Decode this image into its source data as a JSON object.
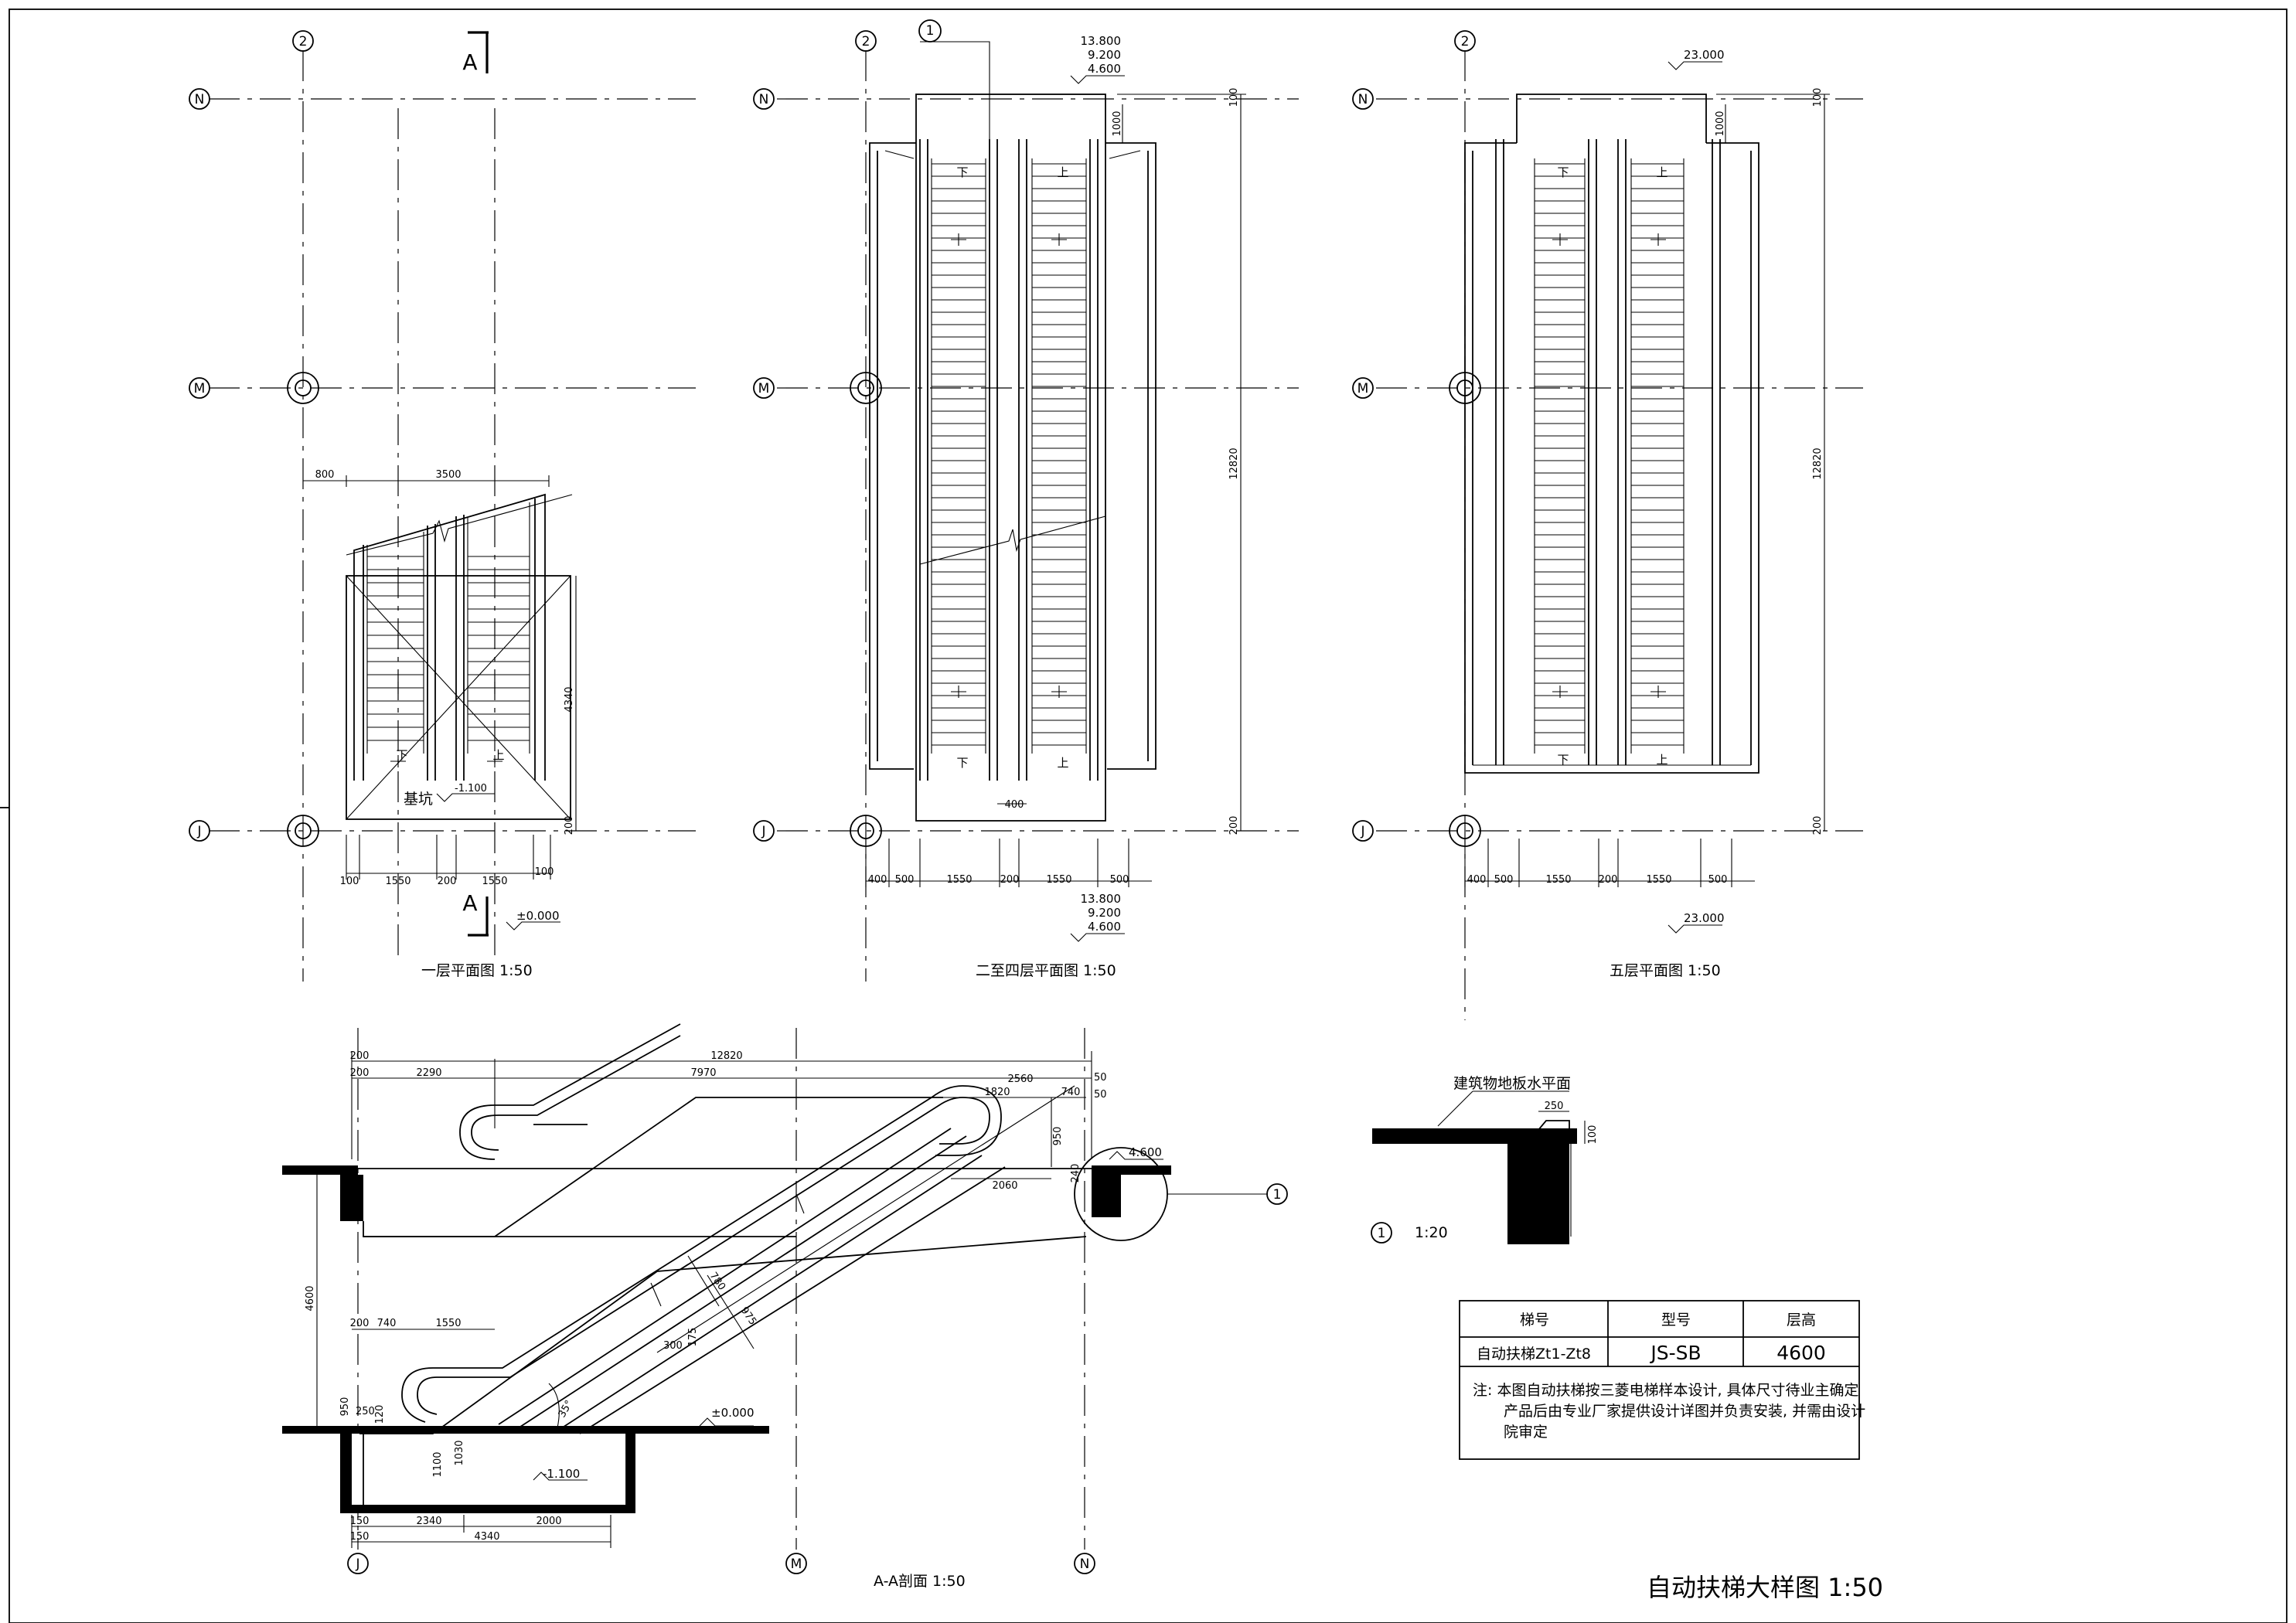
{
  "sheet_title": "自动扶梯大样图 1:50",
  "axes": {
    "n2": "2",
    "nN": "N",
    "nM": "M",
    "nJ": "J",
    "n1": "1"
  },
  "plan1": {
    "title": "一层平面图   1:50",
    "section_mark": "A",
    "pit_label": "基坑",
    "pit_level": "-1.100",
    "floor_level": "±0.000",
    "dims_top": [
      "800",
      "3500"
    ],
    "dims_bottom": [
      "100",
      "1550",
      "200",
      "1550",
      "100"
    ],
    "dim_right": "4340",
    "dim_right_small": "200",
    "dir_down": "下",
    "dir_up": "上"
  },
  "plan2": {
    "title": "二至四层平面图   1:50",
    "levels": [
      "13.800",
      "9.200",
      "4.600"
    ],
    "dims_bottom": [
      "400",
      "500",
      "1550",
      "200",
      "1550",
      "500"
    ],
    "dim_right": "12820",
    "dim_right_top": "100",
    "dim_right_small": "200",
    "dim_gap": "1000",
    "dim_400": "400",
    "dir_down": "下",
    "dir_up": "上"
  },
  "plan3": {
    "title": "五层平面图   1:50",
    "level": "23.000",
    "dims_bottom": [
      "400",
      "500",
      "1550",
      "200",
      "1550",
      "500"
    ],
    "dim_right": "12820",
    "dim_right_top": "100",
    "dim_right_small": "200",
    "dim_gap": "1000",
    "dir_down": "下",
    "dir_up": "上"
  },
  "section": {
    "title": "A-A剖面   1:50",
    "dims_top": [
      "200",
      "12820"
    ],
    "dims_top2": [
      "200",
      "2290",
      "7970",
      "2560"
    ],
    "dims_top3": [
      "1820",
      "740"
    ],
    "dims_right": [
      "50",
      "50"
    ],
    "dim_height": "4600",
    "dim_lower": [
      "200",
      "740",
      "1550"
    ],
    "dims_bottom": [
      "150",
      "2340",
      "2000"
    ],
    "dim_bottom_total": [
      "150",
      "4340"
    ],
    "dims_vert": [
      "950",
      "120",
      "1100",
      "1030"
    ],
    "dim_2060": "2060",
    "dim_950": "950",
    "dim_240": "240",
    "dim_250": "250",
    "incline": [
      "780",
      "975",
      "300",
      "175"
    ],
    "angle": "35°",
    "level_top": "4.600",
    "level_ground": "±0.000",
    "level_pit": "-1.100"
  },
  "detail": {
    "label": "建筑物地板水平面",
    "dim_250": "250",
    "dim_100": "100",
    "scale": "1:20",
    "num": "1"
  },
  "table": {
    "headers": [
      "梯号",
      "型号",
      "层高"
    ],
    "row": [
      "自动扶梯Zt1-Zt8",
      "JS-SB",
      "4600"
    ],
    "note_lines": [
      "注:   本图自动扶梯按三菱电梯样本设计, 具体尺寸待业主确定",
      "产品后由专业厂家提供设计详图并负责安装, 并需由设计",
      "院审定"
    ]
  }
}
